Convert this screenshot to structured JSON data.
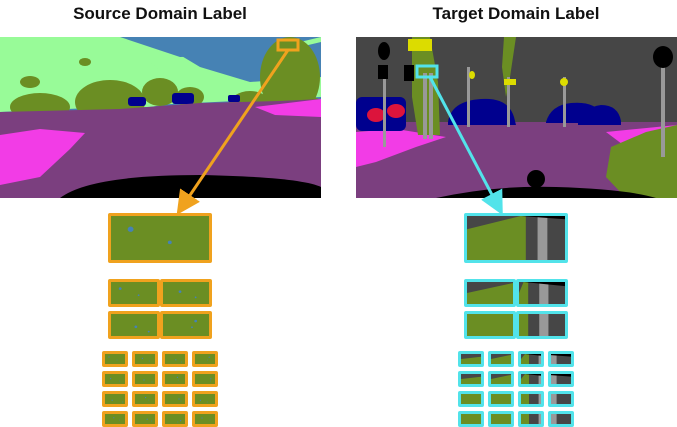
{
  "titles": {
    "source": "Source Domain Label",
    "target": "Target Domain Label"
  },
  "colors": {
    "source_frame": "#f0a21e",
    "target_frame": "#52e3ea",
    "road": "#7b3f7f",
    "sidewalk": "#f23ce6",
    "vegetation": "#6b8e23",
    "terrain": "#98fb98",
    "sky": "#4682b4",
    "building": "#464646",
    "car": "#00008e",
    "pole": "#999999",
    "traffic_sign": "#dcdc00",
    "person": "#dc143c",
    "ego_vehicle": "#000000"
  },
  "pyramid_levels": [
    {
      "rows": 1,
      "cols": 1
    },
    {
      "rows": 2,
      "cols": 2
    },
    {
      "rows": 4,
      "cols": 4
    }
  ]
}
